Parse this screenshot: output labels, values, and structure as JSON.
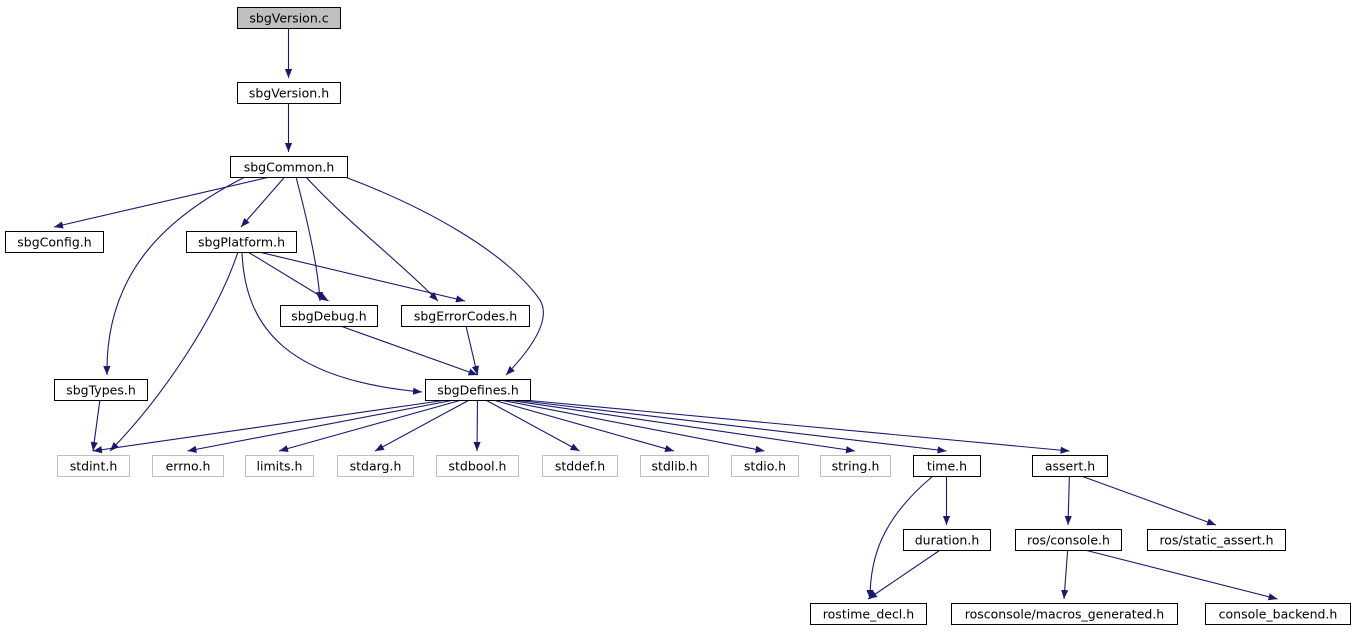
{
  "colors": {
    "edge": "#191970",
    "root_fill": "#bfbfbf",
    "node_fill": "#ffffff",
    "node_border": "#000000",
    "external_border": "#bfbfbf",
    "text": "#000000",
    "external_text": "#000000"
  },
  "nodes": [
    {
      "id": "sbgVersion_c",
      "label": "sbgVersion.c",
      "kind": "root"
    },
    {
      "id": "sbgVersion_h",
      "label": "sbgVersion.h",
      "kind": "normal"
    },
    {
      "id": "sbgCommon_h",
      "label": "sbgCommon.h",
      "kind": "normal"
    },
    {
      "id": "sbgConfig_h",
      "label": "sbgConfig.h",
      "kind": "normal"
    },
    {
      "id": "sbgPlatform_h",
      "label": "sbgPlatform.h",
      "kind": "normal"
    },
    {
      "id": "sbgDebug_h",
      "label": "sbgDebug.h",
      "kind": "normal"
    },
    {
      "id": "sbgErrorCodes_h",
      "label": "sbgErrorCodes.h",
      "kind": "normal"
    },
    {
      "id": "sbgTypes_h",
      "label": "sbgTypes.h",
      "kind": "normal"
    },
    {
      "id": "sbgDefines_h",
      "label": "sbgDefines.h",
      "kind": "normal"
    },
    {
      "id": "stdint_h",
      "label": "stdint.h",
      "kind": "external"
    },
    {
      "id": "errno_h",
      "label": "errno.h",
      "kind": "external"
    },
    {
      "id": "limits_h",
      "label": "limits.h",
      "kind": "external"
    },
    {
      "id": "stdarg_h",
      "label": "stdarg.h",
      "kind": "external"
    },
    {
      "id": "stdbool_h",
      "label": "stdbool.h",
      "kind": "external"
    },
    {
      "id": "stddef_h",
      "label": "stddef.h",
      "kind": "external"
    },
    {
      "id": "stdlib_h",
      "label": "stdlib.h",
      "kind": "external"
    },
    {
      "id": "stdio_h",
      "label": "stdio.h",
      "kind": "external"
    },
    {
      "id": "string_h",
      "label": "string.h",
      "kind": "external"
    },
    {
      "id": "time_h",
      "label": "time.h",
      "kind": "normal"
    },
    {
      "id": "assert_h",
      "label": "assert.h",
      "kind": "normal"
    },
    {
      "id": "duration_h",
      "label": "duration.h",
      "kind": "normal"
    },
    {
      "id": "ros_console_h",
      "label": "ros/console.h",
      "kind": "normal"
    },
    {
      "id": "ros_static_assert_h",
      "label": "ros/static_assert.h",
      "kind": "normal"
    },
    {
      "id": "rostime_decl_h",
      "label": "rostime_decl.h",
      "kind": "normal"
    },
    {
      "id": "rosconsole_macros_generated_h",
      "label": "rosconsole/macros_generated.h",
      "kind": "normal"
    },
    {
      "id": "console_backend_h",
      "label": "console_backend.h",
      "kind": "normal"
    }
  ],
  "edges": [
    {
      "from": "sbgVersion_c",
      "to": "sbgVersion_h"
    },
    {
      "from": "sbgVersion_h",
      "to": "sbgCommon_h"
    },
    {
      "from": "sbgCommon_h",
      "to": "sbgConfig_h"
    },
    {
      "from": "sbgCommon_h",
      "to": "sbgPlatform_h"
    },
    {
      "from": "sbgCommon_h",
      "to": "sbgTypes_h"
    },
    {
      "from": "sbgCommon_h",
      "to": "sbgDebug_h"
    },
    {
      "from": "sbgCommon_h",
      "to": "sbgErrorCodes_h"
    },
    {
      "from": "sbgCommon_h",
      "to": "sbgDefines_h"
    },
    {
      "from": "sbgPlatform_h",
      "to": "sbgDebug_h"
    },
    {
      "from": "sbgPlatform_h",
      "to": "sbgErrorCodes_h"
    },
    {
      "from": "sbgPlatform_h",
      "to": "stdint_h"
    },
    {
      "from": "sbgPlatform_h",
      "to": "sbgDefines_h"
    },
    {
      "from": "sbgDebug_h",
      "to": "sbgDefines_h"
    },
    {
      "from": "sbgErrorCodes_h",
      "to": "sbgDefines_h"
    },
    {
      "from": "sbgTypes_h",
      "to": "stdint_h"
    },
    {
      "from": "sbgDefines_h",
      "to": "stdint_h"
    },
    {
      "from": "sbgDefines_h",
      "to": "errno_h"
    },
    {
      "from": "sbgDefines_h",
      "to": "limits_h"
    },
    {
      "from": "sbgDefines_h",
      "to": "stdarg_h"
    },
    {
      "from": "sbgDefines_h",
      "to": "stdbool_h"
    },
    {
      "from": "sbgDefines_h",
      "to": "stddef_h"
    },
    {
      "from": "sbgDefines_h",
      "to": "stdlib_h"
    },
    {
      "from": "sbgDefines_h",
      "to": "stdio_h"
    },
    {
      "from": "sbgDefines_h",
      "to": "string_h"
    },
    {
      "from": "sbgDefines_h",
      "to": "time_h"
    },
    {
      "from": "sbgDefines_h",
      "to": "assert_h"
    },
    {
      "from": "time_h",
      "to": "duration_h"
    },
    {
      "from": "time_h",
      "to": "rostime_decl_h"
    },
    {
      "from": "duration_h",
      "to": "rostime_decl_h"
    },
    {
      "from": "assert_h",
      "to": "ros_console_h"
    },
    {
      "from": "assert_h",
      "to": "ros_static_assert_h"
    },
    {
      "from": "ros_console_h",
      "to": "rosconsole_macros_generated_h"
    },
    {
      "from": "ros_console_h",
      "to": "console_backend_h"
    }
  ]
}
